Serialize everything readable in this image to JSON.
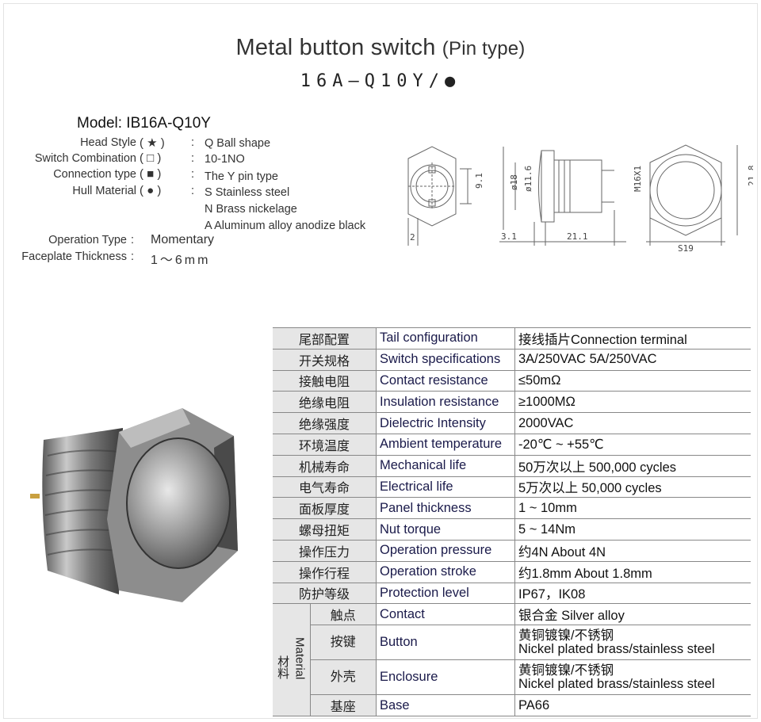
{
  "header": {
    "title": "Metal button switch",
    "title_suffix": "(Pin type)",
    "code": "16A—Q10Y/●"
  },
  "model": "Model: IB16A-Q10Y",
  "spec_list": [
    {
      "label": "Head Style",
      "symbol": "( ★ )",
      "colon": ":",
      "value": "Q Ball shape"
    },
    {
      "label": "Switch Combination",
      "symbol": "( □ )",
      "colon": ":",
      "value": "10-1NO"
    },
    {
      "label": "Connection type",
      "symbol": "( ■ )",
      "colon": ":",
      "value": "The Y pin type"
    },
    {
      "label": "Hull Material",
      "symbol": "( ● )",
      "colon": ":",
      "value": "S Stainless steel"
    }
  ],
  "material_extra": [
    "N Brass nickelage",
    "A Aluminum alloy anodize black"
  ],
  "operation": {
    "label": "Operation Type",
    "colon": ":",
    "value": "Momentary"
  },
  "faceplate": {
    "label": "Faceplate Thickness",
    "colon": ":",
    "value": "1～6mm"
  },
  "drawing_labels": {
    "d1": "2",
    "d2": "9.1",
    "d3": "ø18",
    "d4": "ø11.6",
    "d5": "3.1",
    "d6": "21.1",
    "d7": "M16X1",
    "d8": "S19",
    "d9": "21.8"
  },
  "table": [
    {
      "cn": "尾部配置",
      "en": "Tail configuration",
      "val": "接线插片Connection terminal"
    },
    {
      "cn": "开关规格",
      "en": "Switch specifications",
      "val": "3A/250VAC   5A/250VAC"
    },
    {
      "cn": "接触电阻",
      "en": "Contact resistance",
      "val": "≤50mΩ"
    },
    {
      "cn": "绝缘电阻",
      "en": "Insulation resistance",
      "val": "≥1000MΩ"
    },
    {
      "cn": "绝缘强度",
      "en": "Dielectric Intensity",
      "val": "2000VAC"
    },
    {
      "cn": "环境温度",
      "en": "Ambient temperature",
      "val": "-20℃ ~ +55℃"
    },
    {
      "cn": "机械寿命",
      "en": "Mechanical life",
      "val": "50万次以上 500,000 cycles"
    },
    {
      "cn": "电气寿命",
      "en": "Electrical life",
      "val": "5万次以上 50,000  cycles"
    },
    {
      "cn": "面板厚度",
      "en": "Panel thickness",
      "val": "1 ~ 10mm"
    },
    {
      "cn": "螺母扭矩",
      "en": "Nut torque",
      "val": "5 ~ 14Nm"
    },
    {
      "cn": "操作压力",
      "en": "Operation pressure",
      "val": "约4N About 4N"
    },
    {
      "cn": "操作行程",
      "en": "Operation stroke",
      "val": "约1.8mm About 1.8mm"
    },
    {
      "cn": "防护等级",
      "en": "Protection level",
      "val": "IP67，IK08"
    }
  ],
  "material": {
    "label_cn": "材料",
    "label_en": "Material",
    "rows": [
      {
        "cn": "触点",
        "en": "Contact",
        "val": "银合金 Silver alloy"
      },
      {
        "cn": "按键",
        "en": "Button",
        "val": "黄铜镀镍/不锈钢",
        "val2": "Nickel plated brass/stainless steel"
      },
      {
        "cn": "外壳",
        "en": "Enclosure",
        "val": "黄铜镀镍/不锈钢",
        "val2": "Nickel plated brass/stainless steel"
      },
      {
        "cn": "基座",
        "en": "Base",
        "val": "PA66"
      }
    ]
  }
}
